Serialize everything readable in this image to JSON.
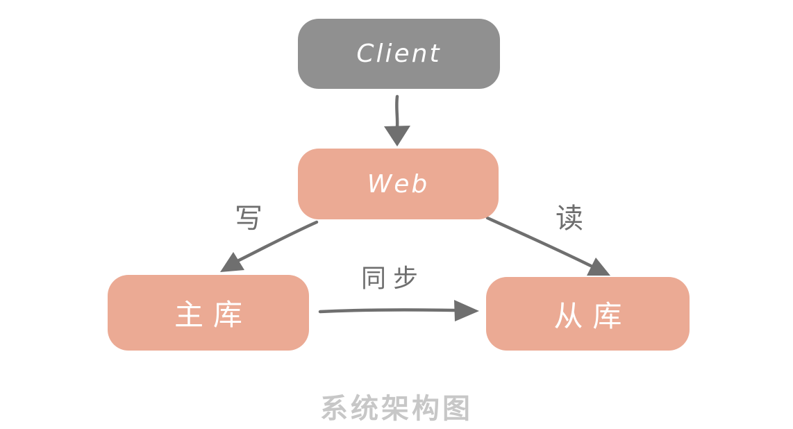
{
  "diagram": {
    "title": "系统架构图",
    "nodes": {
      "client": {
        "label": "Client"
      },
      "web": {
        "label": "Web"
      },
      "master": {
        "label": "主库"
      },
      "slave": {
        "label": "从库"
      }
    },
    "edges": {
      "client_to_web": {
        "label": ""
      },
      "web_to_master": {
        "label": "写"
      },
      "web_to_slave": {
        "label": "读"
      },
      "master_to_slave": {
        "label": "同步"
      }
    },
    "colors": {
      "background": "#ffffff",
      "node_gray": "#909090",
      "node_salmon": "#ebaa94",
      "node_text": "#ffffff",
      "arrow": "#6f6f6f",
      "edge_label": "#6e6e6e",
      "title": "#c7c7c7"
    }
  }
}
